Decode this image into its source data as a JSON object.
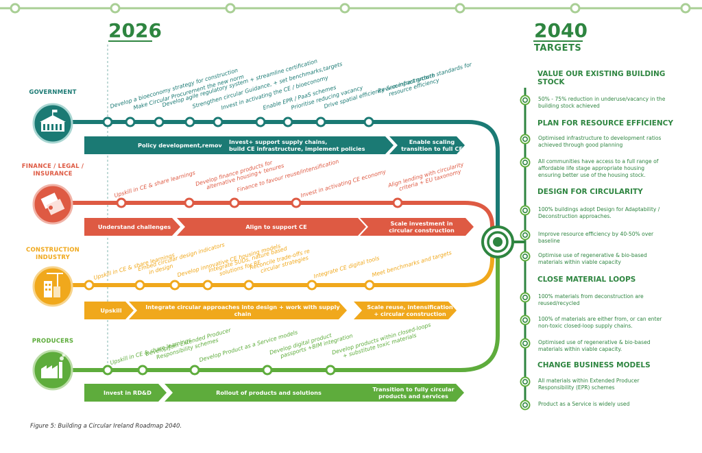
{
  "header": {
    "start_year": "2026",
    "end_year": "2040",
    "targets_label": "TARGETS"
  },
  "lanes": [
    {
      "label_line1": "GOVERNMENT",
      "label_line2": "",
      "color": "#1b7a74",
      "milestones": [
        [
          "Develop a bioeconomy strategy for construction"
        ],
        [
          "Make Circular Procurement the new norm"
        ],
        [
          "Develop agile regulatory system + streamline certification"
        ],
        [
          "Strengthen circular Guidance, + set benchmarks,targets"
        ],
        [
          "Invest in activating the CE / bioeconomy"
        ],
        [
          "Enable EPR / PaaS schemes"
        ],
        [
          "Prioritise reducing vacancy"
        ],
        [
          "Drive spatial efficiency & compact growth"
        ],
        [
          "Review infrastructure standards for",
          "resource efficiency"
        ]
      ],
      "phases": [
        [
          "Policy development,remove barriers"
        ],
        [
          "Invest+ support supply chains,",
          "build CE infrastructure, implement policies"
        ],
        [
          "Enable scaling",
          "transition to full CE"
        ]
      ]
    },
    {
      "label_line1": "FINANCE / LEGAL /",
      "label_line2": "INSURANCE",
      "color": "#de5a43",
      "milestones": [
        [
          "Upskill in CE & share learnings"
        ],
        [
          "Develop finance products for",
          "alternative housing+ tenures"
        ],
        [
          "Finance to favour reuse/intensification"
        ],
        [
          "Invest in activating CE economy"
        ],
        [
          "Align lending with circularity",
          "criteria + EU taxonomy"
        ]
      ],
      "phases": [
        [
          "Understand challenges"
        ],
        [
          "Align to support CE"
        ],
        [
          "Scale investment in",
          "circular construction"
        ]
      ]
    },
    {
      "label_line1": "CONSTRUCTION",
      "label_line2": "INDUSTRY",
      "color": "#f0a81c",
      "milestones": [
        [
          "Upskill in CE & share learnings"
        ],
        [
          "Embed circular design indicators",
          "in design"
        ],
        [
          "Develop innovative CE housing models"
        ],
        [
          "Integrate SUDs, nature based",
          "solutions for RE"
        ],
        [
          "Reconcile trade-offs re",
          "circular strategies"
        ],
        [
          "Integrate CE digital tools"
        ],
        [
          "Meet benchmarks and targets"
        ]
      ],
      "phases": [
        [
          "Upskill"
        ],
        [
          "Integrate circular approaches into design + work with supply chain"
        ],
        [
          "Scale reuse, intensification",
          "+ circular construction"
        ]
      ]
    },
    {
      "label_line1": "PRODUCERS",
      "label_line2": "",
      "color": "#5eac3c",
      "milestones": [
        [
          "Upskill in CE & share learnings"
        ],
        [
          "Develop/Join Extended Producer",
          "Responsibility schemes"
        ],
        [
          "Develop Product as a Service models"
        ],
        [
          "Develop digital product",
          "passports +BIM integration"
        ],
        [
          "Develop products within closed-loops",
          "+ substitute toxic materials"
        ]
      ],
      "phases": [
        [
          "Invest in RD&D"
        ],
        [
          "Rollout of products and solutions"
        ],
        [
          "Transition to fully circular",
          "products and services"
        ]
      ]
    }
  ],
  "targets": [
    {
      "heading": "VALUE OUR EXISTING BUILDING STOCK",
      "items": [
        [
          "50% - 75% reduction in underuse/vacancy in the",
          "building stock achieved"
        ]
      ]
    },
    {
      "heading": "PLAN FOR RESOURCE EFFICIENCY",
      "items": [
        [
          "Optimised infrastructure to development ratios",
          "achieved through good planning"
        ],
        [
          "All communities have access to a full range of",
          "affordable life stage appropriate housing",
          "ensuring better use of the housing stock."
        ]
      ]
    },
    {
      "heading": "DESIGN FOR CIRCULARITY",
      "items": [
        [
          "100% buildings adopt Design for Adaptability /",
          "Deconstruction approaches."
        ],
        [
          "Improve resource efficiency by 40-50% over",
          "baseline"
        ],
        [
          "Optimise use of regenerative & bio-based",
          "materials within viable capacity"
        ]
      ]
    },
    {
      "heading": "CLOSE MATERIAL LOOPS",
      "items": [
        [
          "100% materials from deconstruction are",
          "reused/recycled"
        ],
        [
          "100% of materials are either from, or can enter",
          "non-toxic closed-loop supply chains."
        ],
        [
          "Optimised use of regenerative & bio-based",
          "materials within viable capacity."
        ]
      ]
    },
    {
      "heading": "CHANGE BUSINESS MODELS",
      "items": [
        [
          "All materials within Extended Producer",
          "Responsibility (EPR) schemes"
        ],
        [
          "Product as a Service is widely used"
        ]
      ]
    }
  ],
  "caption": "Figure 5: Building a Circular Ireland Roadmap 2040.",
  "colors": {
    "green": "#2e8540",
    "light_green": "#a9cf95",
    "teal": "#1b7a74",
    "red": "#de5a43",
    "amber": "#f0a81c",
    "lime": "#5eac3c"
  },
  "icons": [
    "government-building-icon",
    "finance-documents-icon",
    "construction-crane-icon",
    "factory-icon",
    "target-icon"
  ]
}
